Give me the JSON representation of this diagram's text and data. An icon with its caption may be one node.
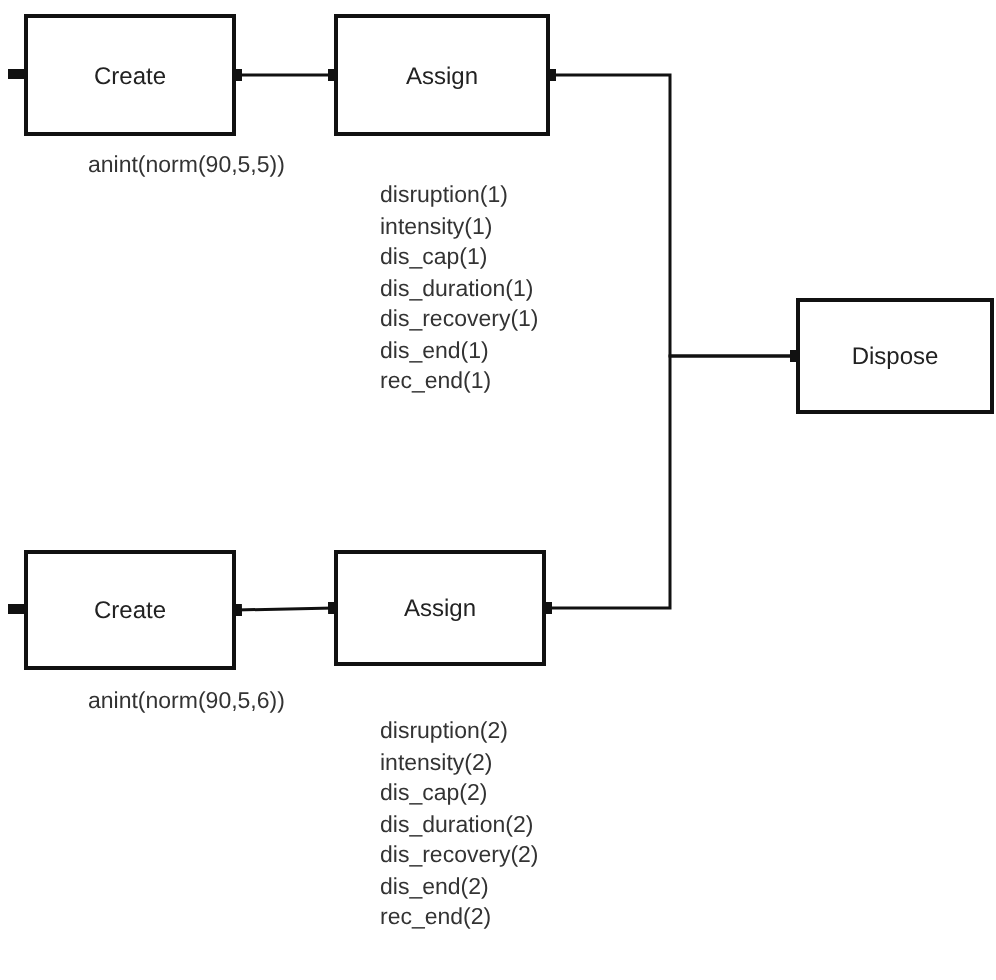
{
  "diagram": {
    "nodes": [
      {
        "text": [
          "Create"
        ],
        "beside": [
          "anint(norm(90,5,5))"
        ]
      },
      {
        "text": [
          "Assign"
        ],
        "beside": [
          "disruption(1)",
          "intensity(1)",
          "dis_cap(1)",
          "dis_duration(1)",
          "dis_recovery(1)",
          "dis_end(1)",
          "rec_end(1)"
        ]
      },
      {
        "text": [
          "Dispose"
        ]
      },
      {
        "text": [
          "Create"
        ],
        "beside": [
          "anint(norm(90,5,6))"
        ]
      },
      {
        "text": [
          "Assign"
        ],
        "beside": [
          "disruption(2)",
          "intensity(2)",
          "dis_cap(2)",
          "dis_duration(2)",
          "dis_recovery(2)",
          "dis_end(2)",
          "rec_end(2)"
        ]
      }
    ],
    "edges": [
      {
        "from": 0,
        "to": 1,
        "arrow": "other"
      },
      {
        "from": 1,
        "to": 2,
        "arrow": "other"
      },
      {
        "from": 3,
        "to": 4,
        "arrow": "other"
      },
      {
        "from": 4,
        "to": 2,
        "arrow": "other"
      }
    ]
  }
}
